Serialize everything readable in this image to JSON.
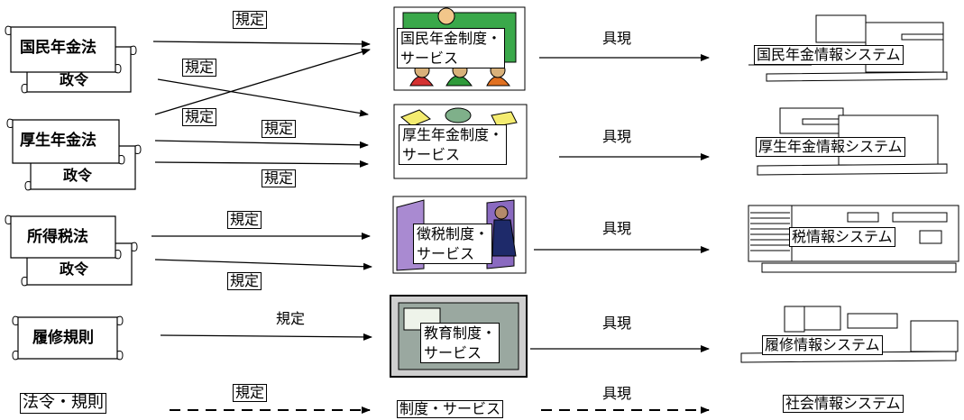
{
  "laws": [
    {
      "main": "国民年金法",
      "sub": "政令"
    },
    {
      "main": "厚生年金法",
      "sub": "政令"
    },
    {
      "main": "所得税法",
      "sub": "政令"
    },
    {
      "main": "履修規則"
    }
  ],
  "services": [
    {
      "line1": "国民年金制度・",
      "line2": "サービス"
    },
    {
      "line1": "厚生年金制度・",
      "line2": "サービス"
    },
    {
      "line1": "徴税制度・",
      "line2": "サービス"
    },
    {
      "line1": "教育制度・",
      "line2": "サービス"
    }
  ],
  "systems": [
    "国民年金情報システム",
    "厚生年金情報システム",
    "税情報システム",
    "履修情報システム"
  ],
  "labels": {
    "kitei": "規定",
    "gugen": "具現"
  },
  "legend": {
    "laws": "法令・規則",
    "services": "制度・サービス",
    "systems": "社会情報システム",
    "kitei": "規定",
    "gugen": "具現"
  }
}
